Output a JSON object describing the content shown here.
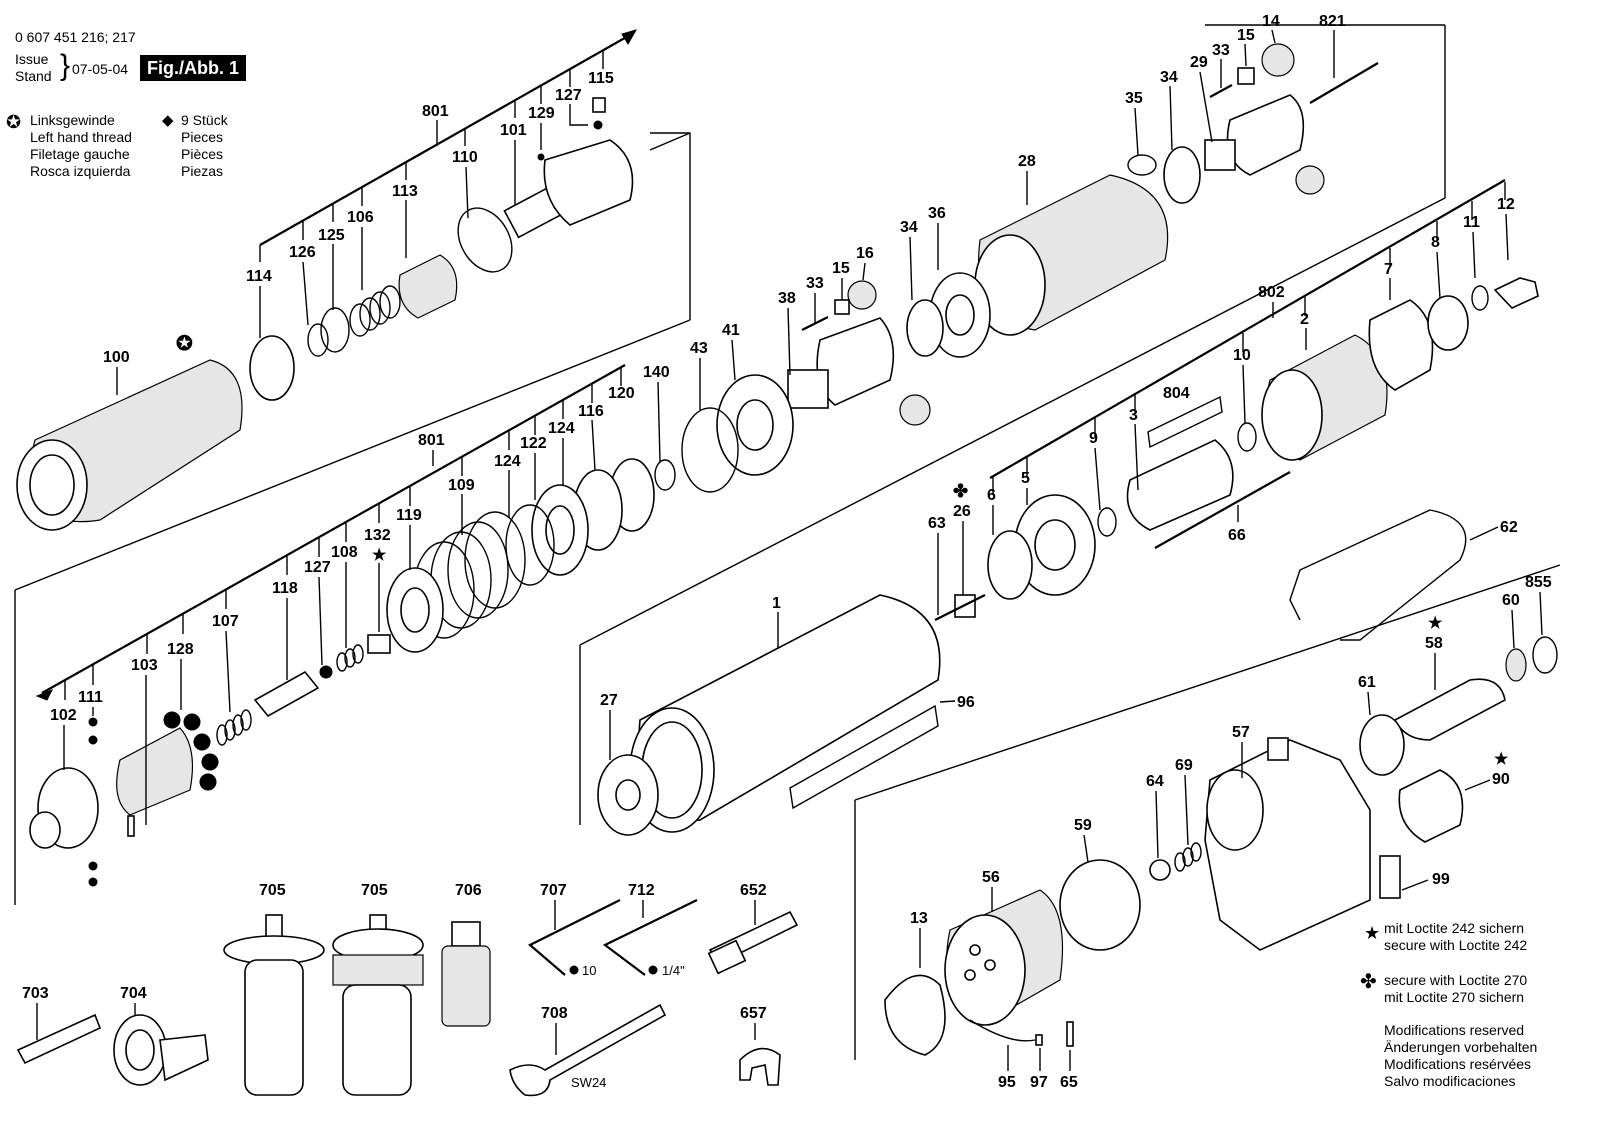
{
  "header": {
    "part_number": "0 607 451 216; 217",
    "issue": "Issue",
    "stand": "Stand",
    "date": "07-05-04",
    "figure": "Fig./Abb. 1"
  },
  "legend_left": {
    "symbol": "✪",
    "lines": [
      "Linksgewinde",
      "Left hand thread",
      "Filetage gauche",
      "Rosca izquierda"
    ]
  },
  "legend_pieces": {
    "symbol": "◆",
    "lines": [
      "9 Stück",
      "Pieces",
      "Pièces",
      "Piezas"
    ]
  },
  "legend_loctite242": {
    "symbol": "★",
    "lines": [
      "mit Loctite 242 sichern",
      "secure with Loctite 242"
    ]
  },
  "legend_loctite270": {
    "symbol": "✤",
    "lines": [
      "secure with Loctite 270",
      "mit Loctite 270 sichern"
    ]
  },
  "modifications": {
    "lines": [
      "Modifications reserved",
      "Änderungen vorbehalten",
      "Modifications resérvées",
      "Salvo modificaciones"
    ]
  },
  "tool_labels": {
    "wrench_10": "10",
    "wrench_1_4": "1/4\"",
    "spanner": "SW24"
  },
  "parts": {
    "p14": "14",
    "p15a": "15",
    "p821": "821",
    "p33a": "33",
    "p29": "29",
    "p34a": "34",
    "p35": "35",
    "p115": "115",
    "p127a": "127",
    "p129": "129",
    "p101": "101",
    "p801a": "801",
    "p110": "110",
    "p113": "113",
    "p106": "106",
    "p125": "125",
    "p126": "126",
    "p114": "114",
    "p100": "100",
    "p28": "28",
    "p36": "36",
    "p34b": "34",
    "p16": "16",
    "p15b": "15",
    "p33b": "33",
    "p38": "38",
    "p12": "12",
    "p11": "11",
    "p8": "8",
    "p7": "7",
    "p802": "802",
    "p2": "2",
    "p10": "10",
    "p804": "804",
    "p3": "3",
    "p9": "9",
    "p5": "5",
    "p6": "6",
    "p26": "26",
    "p63": "63",
    "p66": "66",
    "p43": "43",
    "p41": "41",
    "p140": "140",
    "p120": "120",
    "p116": "116",
    "p124a": "124",
    "p122": "122",
    "p124b": "124",
    "p801b": "801",
    "p109": "109",
    "p119": "119",
    "p132": "132",
    "p108": "108",
    "p127b": "127",
    "p118": "118",
    "p107": "107",
    "p128": "128",
    "p103": "103",
    "p111": "111",
    "p102": "102",
    "p1": "1",
    "p27": "27",
    "p96": "96",
    "p62": "62",
    "p855": "855",
    "p60": "60",
    "p58": "58",
    "p61": "61",
    "p57": "57",
    "p90": "90",
    "p64": "64",
    "p69": "69",
    "p59": "59",
    "p56": "56",
    "p99": "99",
    "p13": "13",
    "p95": "95",
    "p97": "97",
    "p65": "65",
    "p705a": "705",
    "p705b": "705",
    "p706": "706",
    "p707": "707",
    "p712": "712",
    "p652": "652",
    "p703": "703",
    "p704": "704",
    "p708": "708",
    "p657": "657"
  }
}
